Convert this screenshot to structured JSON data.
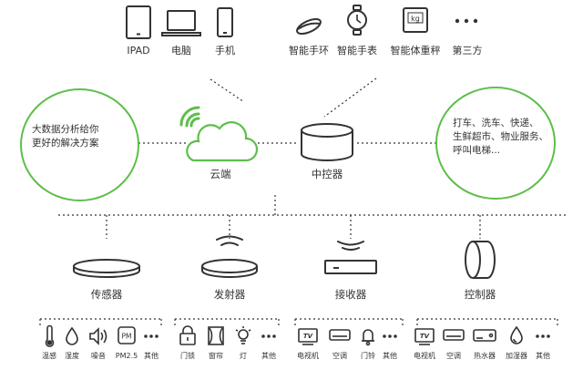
{
  "top_devices": {
    "left": [
      "IPAD",
      "电脑",
      "手机"
    ],
    "right": [
      "智能手环",
      "智能手表",
      "智能体重秤",
      "第三方"
    ]
  },
  "scale_glyph": "kg",
  "left_circle": [
    "大数据分析给你",
    "更好的解决方案"
  ],
  "right_circle": [
    "打车、洗车、快递、",
    "生鲜超市、物业服务、",
    "呼叫电梯..."
  ],
  "center": {
    "cloud": "云端",
    "controller": "中控器"
  },
  "mid_devices": [
    "传感器",
    "发射器",
    "接收器",
    "控制器"
  ],
  "bottom": {
    "sensor": [
      "温感",
      "湿度",
      "噪音",
      "PM2.5",
      "其他"
    ],
    "emitter": [
      "门锁",
      "窗帘",
      "灯",
      "其他"
    ],
    "receiver": [
      "电视机",
      "空调",
      "门铃",
      "其他"
    ],
    "controller": [
      "电视机",
      "空调",
      "热水器",
      "加湿器",
      "其他"
    ]
  },
  "icon_glyphs": {
    "pm": "PM",
    "tv": "TV"
  },
  "colors": {
    "accent": "#5dbe4a",
    "line": "#333333",
    "text": "#333333"
  }
}
